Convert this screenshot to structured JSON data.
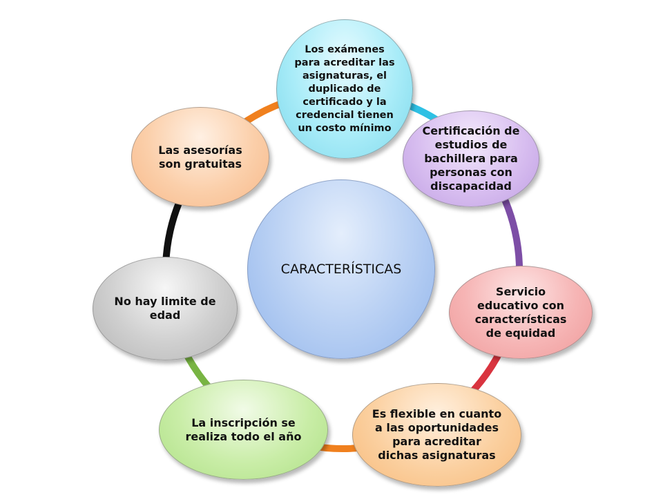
{
  "diagram": {
    "center": {
      "label": "CARACTERÍSTICAS"
    },
    "nodes": [
      {
        "id": "top",
        "label": "Los exámenes para acreditar las asignaturas, el duplicado de certificado y la credencial tienen un costo mínimo"
      },
      {
        "id": "right-top",
        "label": "Certificación de estudios de bachillera para personas con discapacidad"
      },
      {
        "id": "right",
        "label": "Servicio educativo con características de equidad"
      },
      {
        "id": "bottom-right",
        "label": "Es flexible en cuanto a las oportunidades para acreditar dichas asignaturas"
      },
      {
        "id": "bottom-left",
        "label": "La inscripción se realiza todo el año"
      },
      {
        "id": "left",
        "label": "No hay limite de edad"
      },
      {
        "id": "top-left",
        "label": "Las asesorías son gratuitas"
      }
    ],
    "ring_colors": [
      "#2ec0e4",
      "#7d4ea6",
      "#d9343f",
      "#f0801e",
      "#78b443",
      "#111111",
      "#f0801e"
    ]
  }
}
